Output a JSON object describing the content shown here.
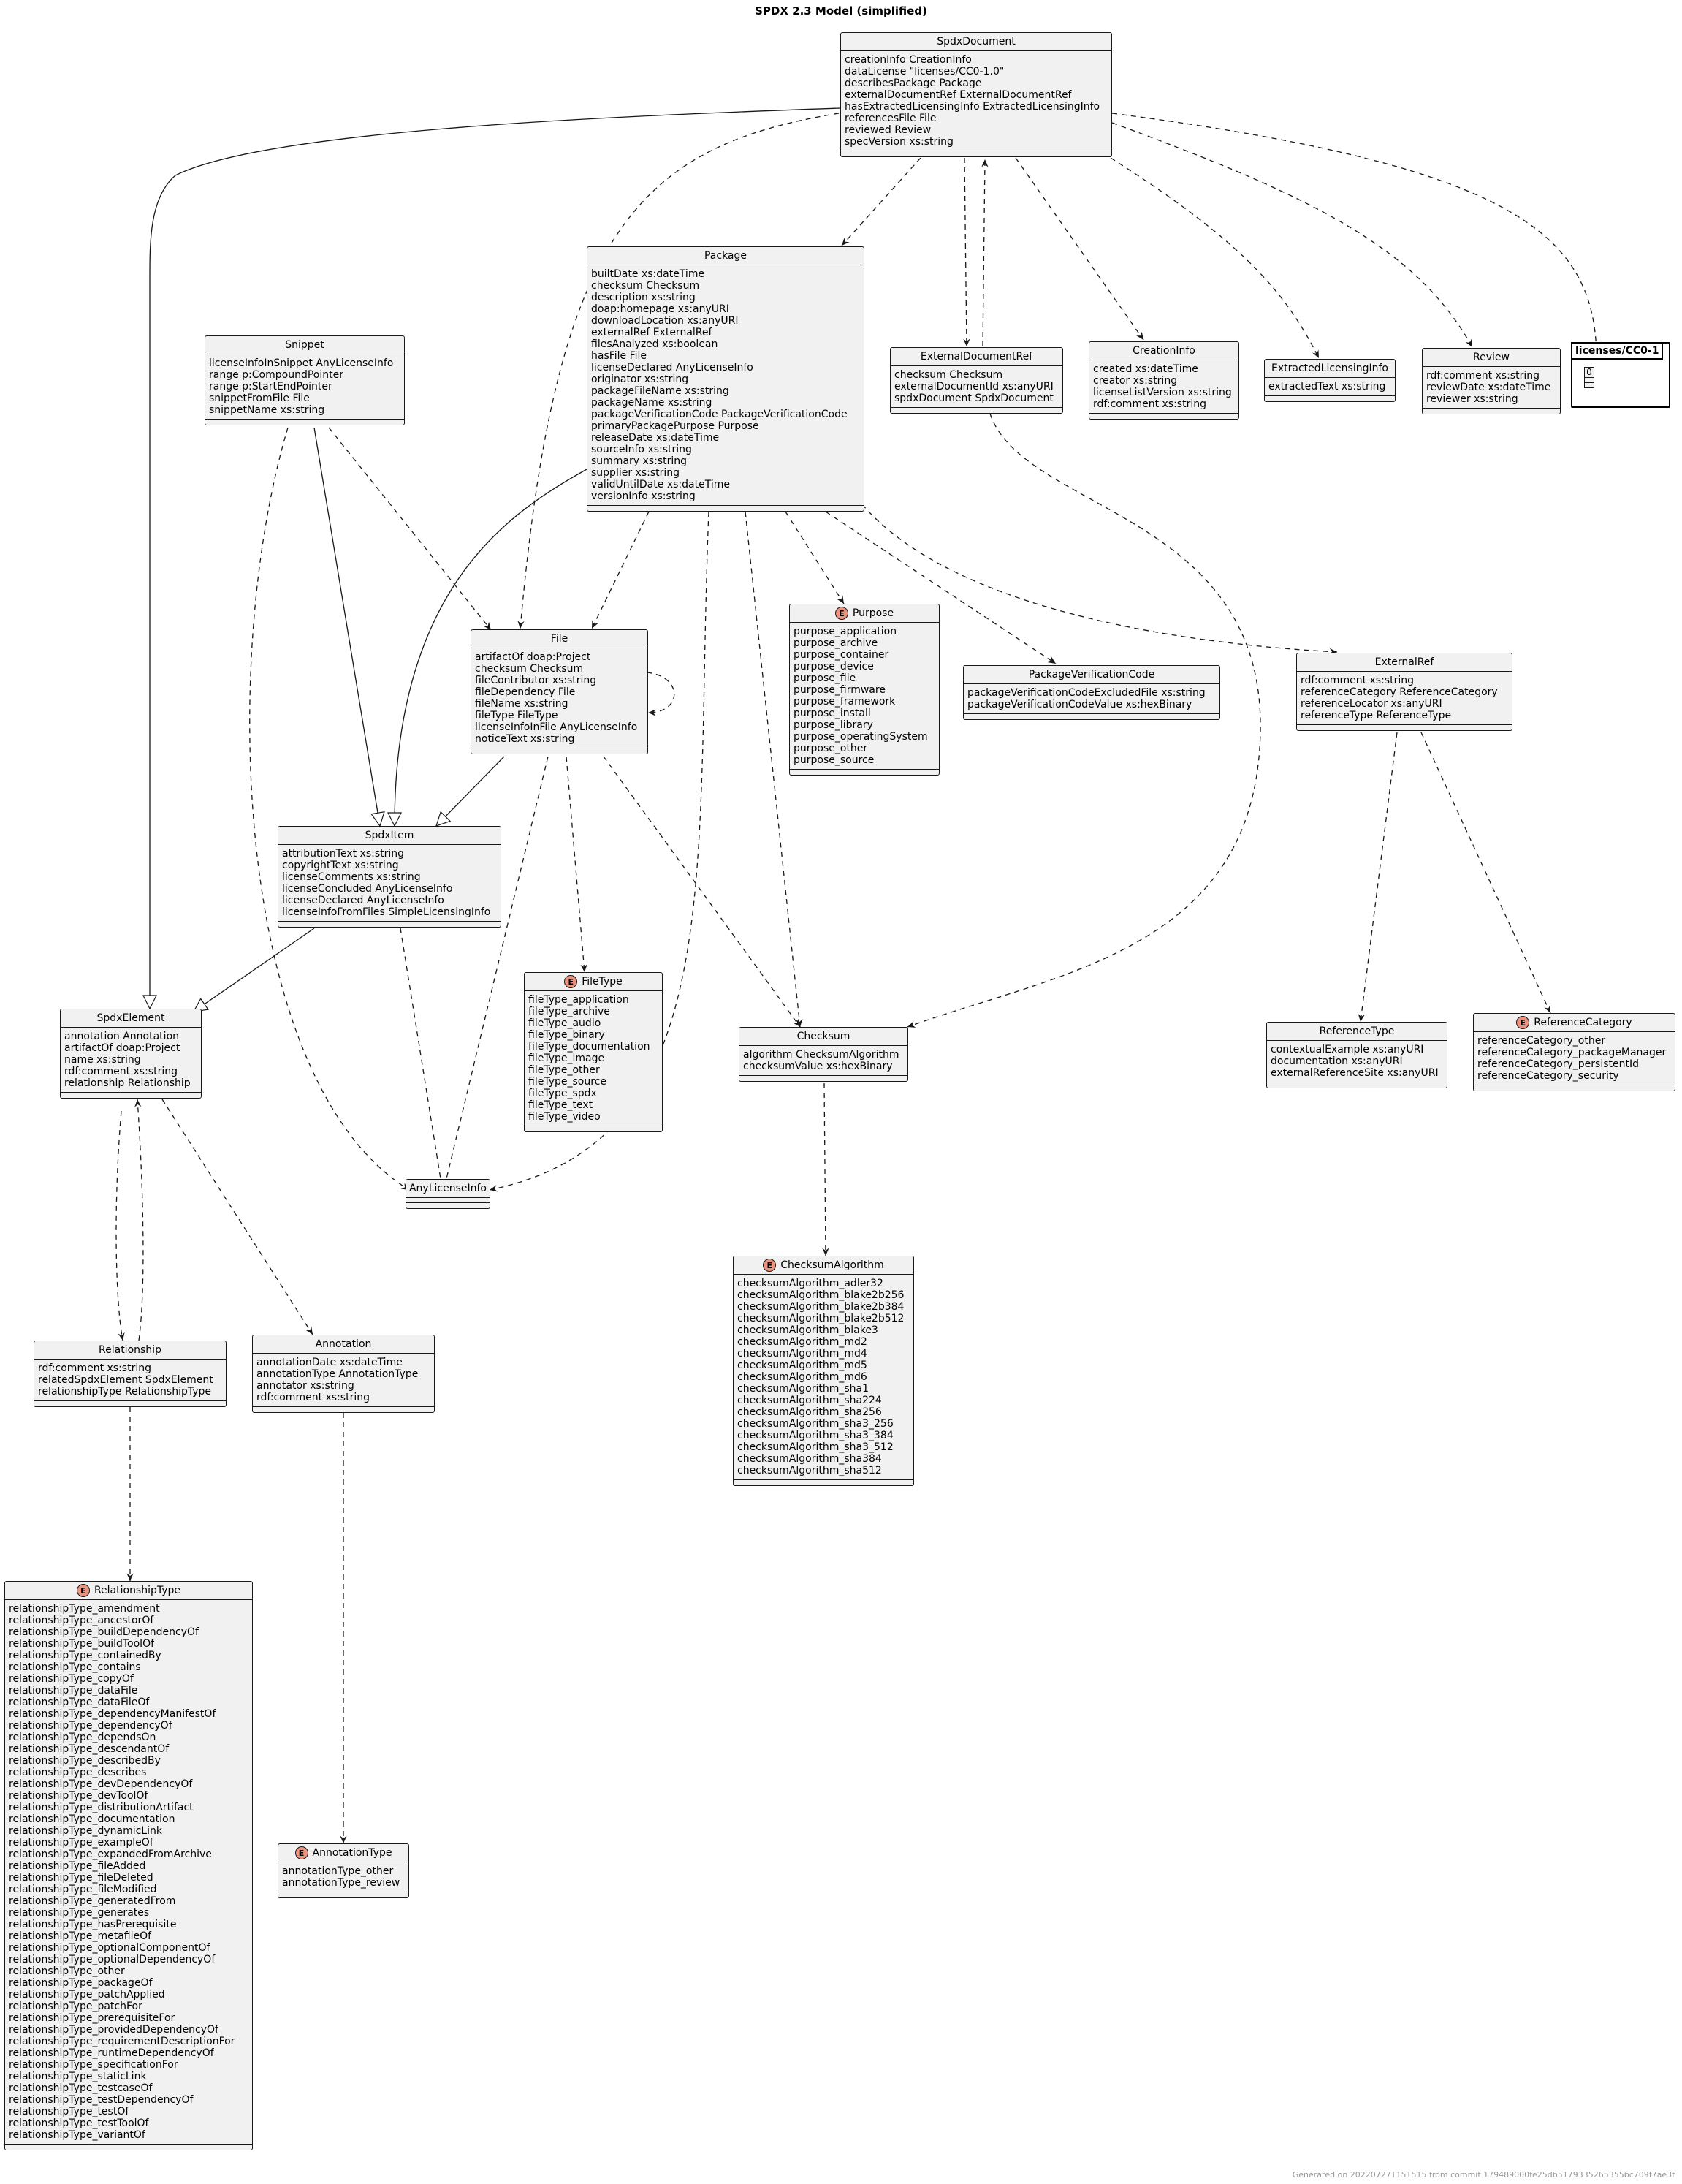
{
  "title": "SPDX 2.3 Model (simplified)",
  "footer": "Generated on 20220727T151515 from commit 179489000fe25db5179335265355bc709f7ae3f",
  "package": {
    "name": "licenses/CC0-1",
    "inner_label": "0"
  },
  "classes": {
    "spdxdocument": {
      "name": "SpdxDocument",
      "attributes": [
        "creationInfo CreationInfo",
        "dataLicense \"licenses/CC0-1.0\"",
        "describesPackage Package",
        "externalDocumentRef ExternalDocumentRef",
        "hasExtractedLicensingInfo ExtractedLicensingInfo",
        "referencesFile File",
        "reviewed Review",
        "specVersion xs:string"
      ]
    },
    "package": {
      "name": "Package",
      "attributes": [
        "builtDate xs:dateTime",
        "checksum Checksum",
        "description xs:string",
        "doap:homepage xs:anyURI",
        "downloadLocation xs:anyURI",
        "externalRef ExternalRef",
        "filesAnalyzed xs:boolean",
        "hasFile File",
        "licenseDeclared AnyLicenseInfo",
        "originator xs:string",
        "packageFileName xs:string",
        "packageName xs:string",
        "packageVerificationCode PackageVerificationCode",
        "primaryPackagePurpose Purpose",
        "releaseDate xs:dateTime",
        "sourceInfo xs:string",
        "summary xs:string",
        "supplier xs:string",
        "validUntilDate xs:dateTime",
        "versionInfo xs:string"
      ]
    },
    "snippet": {
      "name": "Snippet",
      "attributes": [
        "licenseInfoInSnippet AnyLicenseInfo",
        "range p:CompoundPointer",
        "range p:StartEndPointer",
        "snippetFromFile File",
        "snippetName xs:string"
      ]
    },
    "externaldocumentref": {
      "name": "ExternalDocumentRef",
      "attributes": [
        "checksum Checksum",
        "externalDocumentId xs:anyURI",
        "spdxDocument SpdxDocument"
      ]
    },
    "creationinfo": {
      "name": "CreationInfo",
      "attributes": [
        "created xs:dateTime",
        "creator xs:string",
        "licenseListVersion xs:string",
        "rdf:comment xs:string"
      ]
    },
    "extractedlicensinginfo": {
      "name": "ExtractedLicensingInfo",
      "attributes": [
        "extractedText xs:string"
      ]
    },
    "review": {
      "name": "Review",
      "attributes": [
        "rdf:comment xs:string",
        "reviewDate xs:dateTime",
        "reviewer xs:string"
      ]
    },
    "file": {
      "name": "File",
      "attributes": [
        "artifactOf doap:Project",
        "checksum Checksum",
        "fileContributor xs:string",
        "fileDependency File",
        "fileName xs:string",
        "fileType FileType",
        "licenseInfoInFile AnyLicenseInfo",
        "noticeText xs:string"
      ]
    },
    "purpose": {
      "name": "Purpose",
      "enum": true,
      "attributes": [
        "purpose_application",
        "purpose_archive",
        "purpose_container",
        "purpose_device",
        "purpose_file",
        "purpose_firmware",
        "purpose_framework",
        "purpose_install",
        "purpose_library",
        "purpose_operatingSystem",
        "purpose_other",
        "purpose_source"
      ]
    },
    "packageverificationcode": {
      "name": "PackageVerificationCode",
      "attributes": [
        "packageVerificationCodeExcludedFile xs:string",
        "packageVerificationCodeValue xs:hexBinary"
      ]
    },
    "externalref": {
      "name": "ExternalRef",
      "attributes": [
        "rdf:comment xs:string",
        "referenceCategory ReferenceCategory",
        "referenceLocator xs:anyURI",
        "referenceType ReferenceType"
      ]
    },
    "spdxitem": {
      "name": "SpdxItem",
      "attributes": [
        "attributionText xs:string",
        "copyrightText xs:string",
        "licenseComments xs:string",
        "licenseConcluded AnyLicenseInfo",
        "licenseDeclared AnyLicenseInfo",
        "licenseInfoFromFiles SimpleLicensingInfo"
      ]
    },
    "filetype": {
      "name": "FileType",
      "enum": true,
      "attributes": [
        "fileType_application",
        "fileType_archive",
        "fileType_audio",
        "fileType_binary",
        "fileType_documentation",
        "fileType_image",
        "fileType_other",
        "fileType_source",
        "fileType_spdx",
        "fileType_text",
        "fileType_video"
      ]
    },
    "spdxelement": {
      "name": "SpdxElement",
      "attributes": [
        "annotation Annotation",
        "artifactOf doap:Project",
        "name xs:string",
        "rdf:comment xs:string",
        "relationship Relationship"
      ]
    },
    "checksum": {
      "name": "Checksum",
      "attributes": [
        "algorithm ChecksumAlgorithm",
        "checksumValue xs:hexBinary"
      ]
    },
    "referencetype": {
      "name": "ReferenceType",
      "attributes": [
        "contextualExample xs:anyURI",
        "documentation xs:anyURI",
        "externalReferenceSite xs:anyURI"
      ]
    },
    "referencecategory": {
      "name": "ReferenceCategory",
      "enum": true,
      "attributes": [
        "referenceCategory_other",
        "referenceCategory_packageManager",
        "referenceCategory_persistentId",
        "referenceCategory_security"
      ]
    },
    "anylicenseinfo": {
      "name": "AnyLicenseInfo",
      "attributes": []
    },
    "checksumalgorithm": {
      "name": "ChecksumAlgorithm",
      "enum": true,
      "attributes": [
        "checksumAlgorithm_adler32",
        "checksumAlgorithm_blake2b256",
        "checksumAlgorithm_blake2b384",
        "checksumAlgorithm_blake2b512",
        "checksumAlgorithm_blake3",
        "checksumAlgorithm_md2",
        "checksumAlgorithm_md4",
        "checksumAlgorithm_md5",
        "checksumAlgorithm_md6",
        "checksumAlgorithm_sha1",
        "checksumAlgorithm_sha224",
        "checksumAlgorithm_sha256",
        "checksumAlgorithm_sha3_256",
        "checksumAlgorithm_sha3_384",
        "checksumAlgorithm_sha3_512",
        "checksumAlgorithm_sha384",
        "checksumAlgorithm_sha512"
      ]
    },
    "relationship": {
      "name": "Relationship",
      "attributes": [
        "rdf:comment xs:string",
        "relatedSpdxElement SpdxElement",
        "relationshipType RelationshipType"
      ]
    },
    "annotation": {
      "name": "Annotation",
      "attributes": [
        "annotationDate xs:dateTime",
        "annotationType AnnotationType",
        "annotator xs:string",
        "rdf:comment xs:string"
      ]
    },
    "relationshiptype": {
      "name": "RelationshipType",
      "enum": true,
      "attributes": [
        "relationshipType_amendment",
        "relationshipType_ancestorOf",
        "relationshipType_buildDependencyOf",
        "relationshipType_buildToolOf",
        "relationshipType_containedBy",
        "relationshipType_contains",
        "relationshipType_copyOf",
        "relationshipType_dataFile",
        "relationshipType_dataFileOf",
        "relationshipType_dependencyManifestOf",
        "relationshipType_dependencyOf",
        "relationshipType_dependsOn",
        "relationshipType_descendantOf",
        "relationshipType_describedBy",
        "relationshipType_describes",
        "relationshipType_devDependencyOf",
        "relationshipType_devToolOf",
        "relationshipType_distributionArtifact",
        "relationshipType_documentation",
        "relationshipType_dynamicLink",
        "relationshipType_exampleOf",
        "relationshipType_expandedFromArchive",
        "relationshipType_fileAdded",
        "relationshipType_fileDeleted",
        "relationshipType_fileModified",
        "relationshipType_generatedFrom",
        "relationshipType_generates",
        "relationshipType_hasPrerequisite",
        "relationshipType_metafileOf",
        "relationshipType_optionalComponentOf",
        "relationshipType_optionalDependencyOf",
        "relationshipType_other",
        "relationshipType_packageOf",
        "relationshipType_patchApplied",
        "relationshipType_patchFor",
        "relationshipType_prerequisiteFor",
        "relationshipType_providedDependencyOf",
        "relationshipType_requirementDescriptionFor",
        "relationshipType_runtimeDependencyOf",
        "relationshipType_specificationFor",
        "relationshipType_staticLink",
        "relationshipType_testcaseOf",
        "relationshipType_testDependencyOf",
        "relationshipType_testOf",
        "relationshipType_testToolOf",
        "relationshipType_variantOf"
      ]
    },
    "annotationtype": {
      "name": "AnnotationType",
      "enum": true,
      "attributes": [
        "annotationType_other",
        "annotationType_review"
      ]
    }
  }
}
